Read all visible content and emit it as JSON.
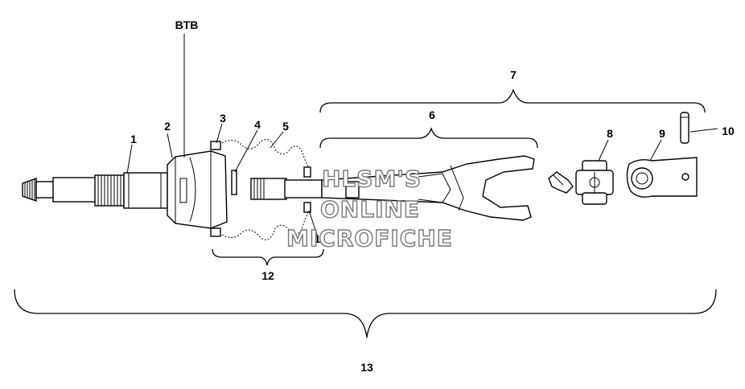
{
  "callouts": {
    "btb": "BTB",
    "c1": "1",
    "c2": "2",
    "c3": "3",
    "c4": "4",
    "c5": "5",
    "c6": "6",
    "c7": "7",
    "c8": "8",
    "c9": "9",
    "c10": "10",
    "c11": "11",
    "c12": "12",
    "c13": "13"
  },
  "watermark": {
    "line1": "HLSM'S",
    "line2": "ONLINE",
    "line3": "MICROFICHE"
  }
}
